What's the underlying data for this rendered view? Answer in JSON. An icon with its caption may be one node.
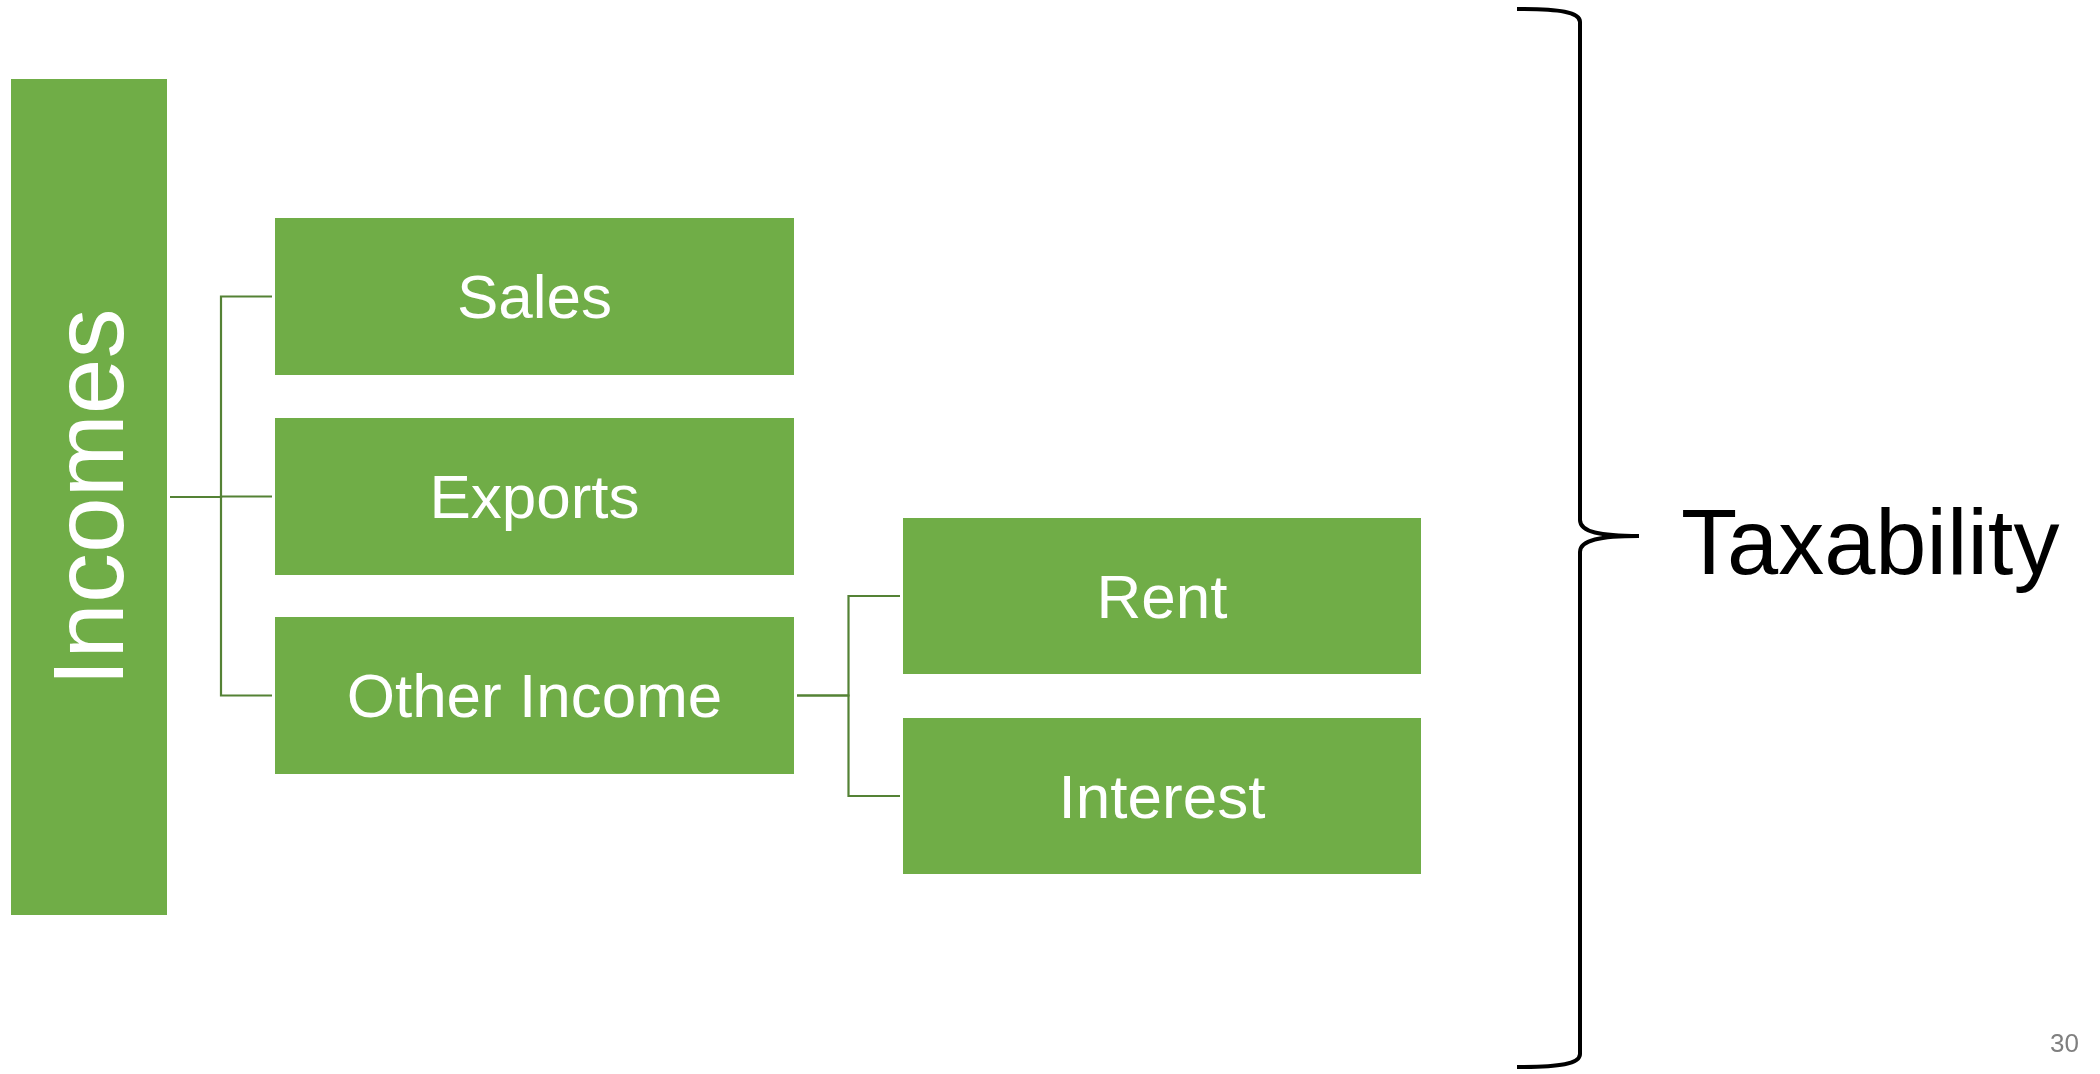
{
  "diagram": {
    "nodes": [
      {
        "text": [
          "Incomes"
        ]
      },
      {
        "text": [
          "Sales"
        ]
      },
      {
        "text": [
          "Exports"
        ]
      },
      {
        "text": [
          "Other Income"
        ]
      },
      {
        "text": [
          "Rent"
        ]
      },
      {
        "text": [
          "Interest"
        ]
      }
    ],
    "edges": [
      {
        "from": 0,
        "to": 1,
        "arrow": "none"
      },
      {
        "from": 0,
        "to": 2,
        "arrow": "none"
      },
      {
        "from": 0,
        "to": 3,
        "arrow": "none"
      },
      {
        "from": 3,
        "to": 4,
        "arrow": "none"
      },
      {
        "from": 3,
        "to": 5,
        "arrow": "none"
      }
    ],
    "labels": [
      "Taxability",
      "30"
    ]
  }
}
